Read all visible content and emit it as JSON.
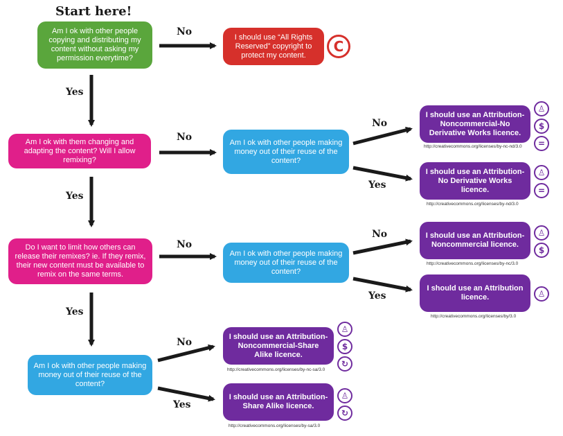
{
  "title": "Start here!",
  "q1": "Am I ok with other people copying and distributing my content without asking my permission everytime?",
  "q2": "Am I ok with them changing and adapting the content? Will I allow remixing?",
  "q3": "Do I want to limit how others can release their remixes? ie. If they remix, their new content must be available to remix on the same terms.",
  "money1": "Am I ok with other people making money out of their reuse of the content?",
  "money2": "Am I ok with other people making money out of their reuse of the content?",
  "money3": "Am I ok with other people making money out of their reuse of the content?",
  "r_allrights": "I should use “All Rights Reserved” copyright to protect my content.",
  "r_by_nc_nd": "I should use an Attribution-Noncommercial-No Derivative Works licence.",
  "r_by_nd": "I should use an Attribution-No Derivative Works licence.",
  "r_by_nc": "I should use an Attribution-Noncommercial licence.",
  "r_by": "I should use an Attribution licence.",
  "r_by_nc_sa": "I should use an Attribution-Noncommercial-Share Alike licence.",
  "r_by_sa": "I should use an Attribution-Share Alike licence.",
  "url_by_nc_nd": "http://creativecommons.org/licenses/by-nc-nd/3.0",
  "url_by_nd": "http://creativecommons.org/licenses/by-nd/3.0",
  "url_by_nc": "http://creativecommons.org/licenses/by-nc/3.0",
  "url_by": "http://creativecommons.org/licenses/by/3.0",
  "url_by_nc_sa": "http://creativecommons.org/licenses/by-nc-sa/3.0",
  "url_by_sa": "http://creativecommons.org/licenses/by-sa/3.0",
  "labels": {
    "yes": "Yes",
    "no": "No"
  },
  "icons": {
    "copyright": "C",
    "attribution": "♙",
    "noncommercial": "$",
    "noderivs": "=",
    "sharealike": "↻"
  },
  "colors": {
    "green": "#5aa63c",
    "red": "#d6302b",
    "pink": "#e01f8a",
    "blue": "#32a7e2",
    "purple": "#6f2b9e"
  }
}
